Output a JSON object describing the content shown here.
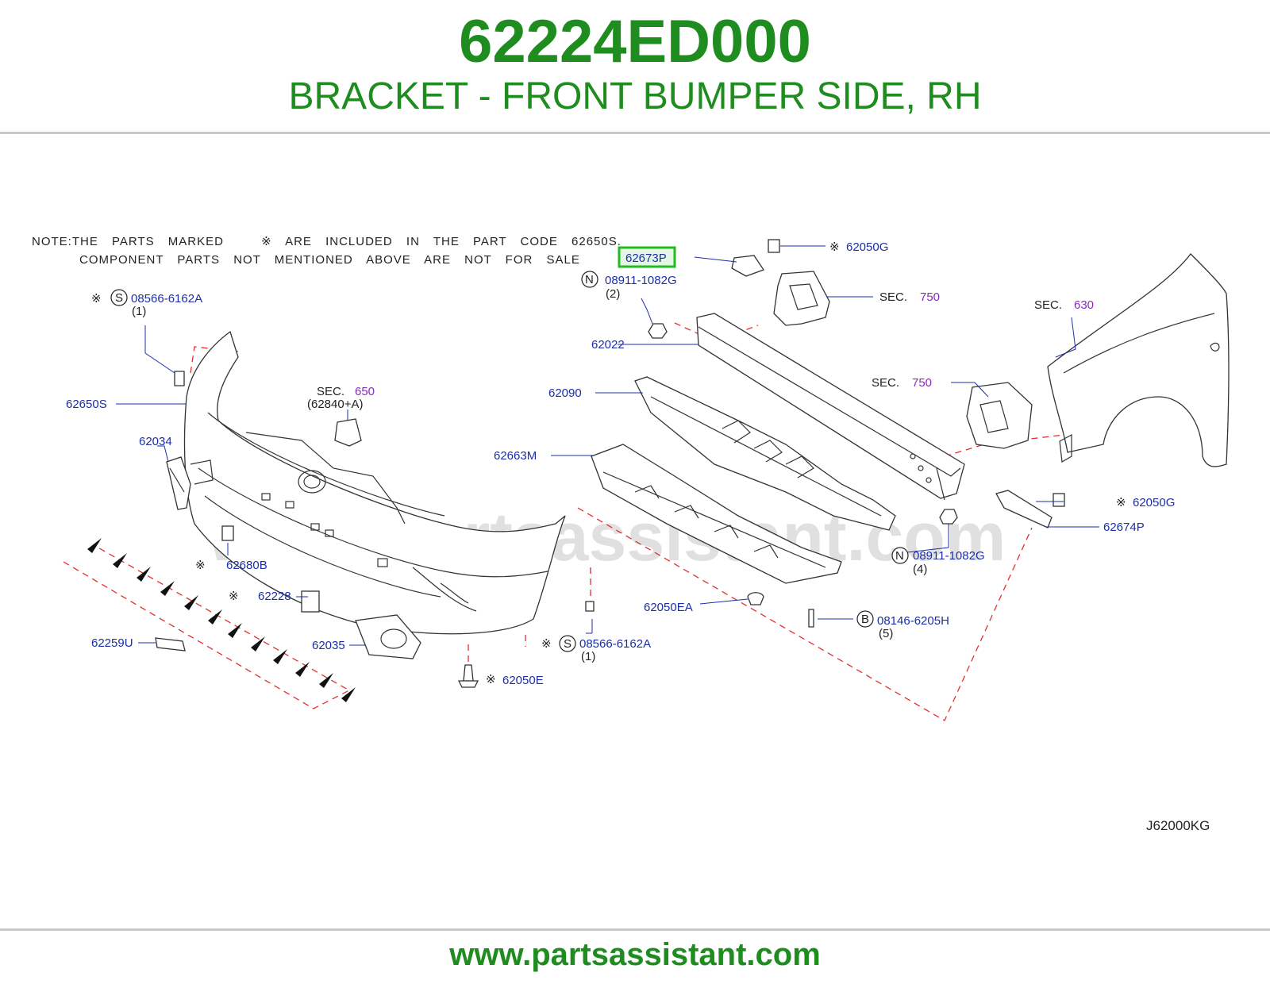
{
  "header": {
    "part_code": "62224ED000",
    "part_description": "BRACKET - FRONT BUMPER SIDE, RH"
  },
  "note": {
    "line1_pre": "NOTE:THE PARTS MARKED",
    "line1_post": "ARE INCLUDED IN THE PART CODE 62650S.",
    "line2": "COMPONENT PARTS NOT MENTIONED ABOVE ARE NOT FOR SALE"
  },
  "symbols": {
    "mark": "※",
    "s": "S",
    "n": "N",
    "b": "B"
  },
  "labels": {
    "p62673P": "62673P",
    "p62050G_top": "62050G",
    "p08911_top": "08911-1082G",
    "q2": "(2)",
    "sec750_top_word": "SEC.",
    "sec750_top_num": "750",
    "sec630_word": "SEC.",
    "sec630_num": "630",
    "p08566_top": "08566-6162A",
    "q1_top": "(1)",
    "p62022": "62022",
    "p62650S": "62650S",
    "sec650_word": "SEC.",
    "sec650_num": "650",
    "sec650_sub": "(62840+A)",
    "p62090": "62090",
    "sec750_mid_word": "SEC.",
    "sec750_mid_num": "750",
    "p62034": "62034",
    "p62663M": "62663M",
    "p62050G_right": "62050G",
    "p62674P": "62674P",
    "p62680B": "62680B",
    "p08911_bottom": "08911-1082G",
    "q4": "(4)",
    "p62228": "62228",
    "p62050EA": "62050EA",
    "p08146": "08146-6205H",
    "q5": "(5)",
    "p62259U": "62259U",
    "p08566_bottom": "08566-6162A",
    "q1_bottom": "(1)",
    "p62035": "62035",
    "p62050E": "62050E",
    "diagram_code": "J62000KG"
  },
  "watermark": "www.partsassistant.com",
  "footer": {
    "url": "www.partsassistant.com"
  },
  "colors": {
    "brand_green": "#1e8c1e",
    "part_number_blue": "#1a2fa8",
    "section_purple": "#8a2bb8",
    "highlight_green": "#22bb22",
    "guide_red": "#e03030"
  }
}
